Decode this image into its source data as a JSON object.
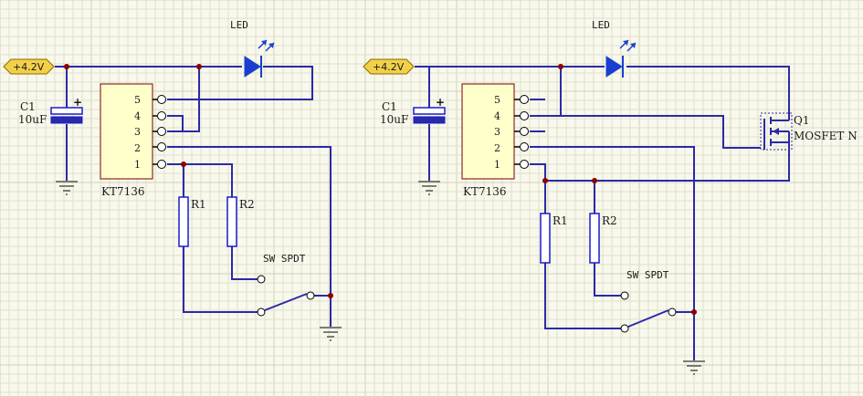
{
  "circuits": [
    {
      "supply_label": "+4.2V",
      "led_label": "LED",
      "capacitor": {
        "ref": "C1",
        "value": "10uF"
      },
      "ic": {
        "name": "KT7136",
        "pins": [
          "5",
          "4",
          "3",
          "2",
          "1"
        ]
      },
      "resistors": [
        "R1",
        "R2"
      ],
      "switch_label": "SW SPDT"
    },
    {
      "supply_label": "+4.2V",
      "led_label": "LED",
      "capacitor": {
        "ref": "C1",
        "value": "10uF"
      },
      "ic": {
        "name": "KT7136",
        "pins": [
          "5",
          "4",
          "3",
          "2",
          "1"
        ]
      },
      "resistors": [
        "R1",
        "R2"
      ],
      "switch_label": "SW SPDT",
      "mosfet": {
        "ref": "Q1",
        "type": "MOSFET N"
      }
    }
  ],
  "colors": {
    "wire": "#2a2aa8",
    "junction": "#8b0000",
    "component_body": "#ffffcc",
    "power_flag": "#f2d04a",
    "grid": "#e0e0cc"
  },
  "icons": [
    "power-flag-icon",
    "led-icon",
    "capacitor-icon",
    "ground-icon",
    "resistor-icon",
    "switch-icon",
    "mosfet-icon"
  ]
}
